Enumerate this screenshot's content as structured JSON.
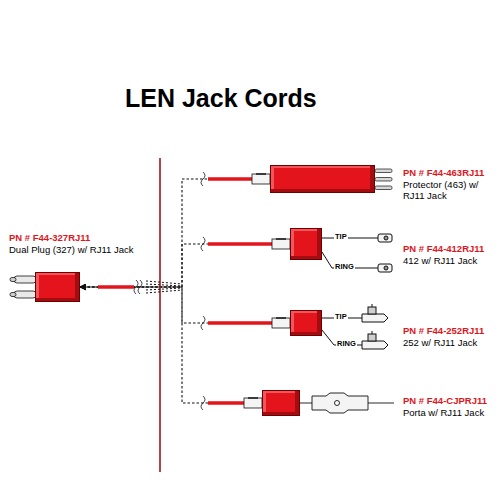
{
  "diagram": {
    "title": "LEN Jack Cords",
    "nodes": [
      {
        "text": [
          "PN # F44-327RJ11",
          "Dual Plug (327) w/ RJ11 Jack"
        ]
      },
      {
        "text": [
          "PN # F44-463RJ11",
          "Protector (463) w/ RJ11 Jack"
        ]
      },
      {
        "text": [
          "PN # F44-412RJ11",
          "412 w/ RJ11 Jack"
        ]
      },
      {
        "text": [
          "PN # F44-252RJ11",
          "252 w/ RJ11 Jack"
        ]
      },
      {
        "text": [
          "PN # F44-CJPRJ11",
          "Porta w/ RJ11 Jack"
        ]
      }
    ],
    "edges": [
      {
        "from": 1,
        "to": 0,
        "arrow": "to"
      },
      {
        "from": 2,
        "to": 0,
        "arrow": "to"
      },
      {
        "from": 3,
        "to": 0,
        "arrow": "to"
      },
      {
        "from": 4,
        "to": 0,
        "arrow": "to"
      }
    ],
    "labels": [
      "TIP",
      "RING",
      "TIP",
      "RING"
    ]
  }
}
